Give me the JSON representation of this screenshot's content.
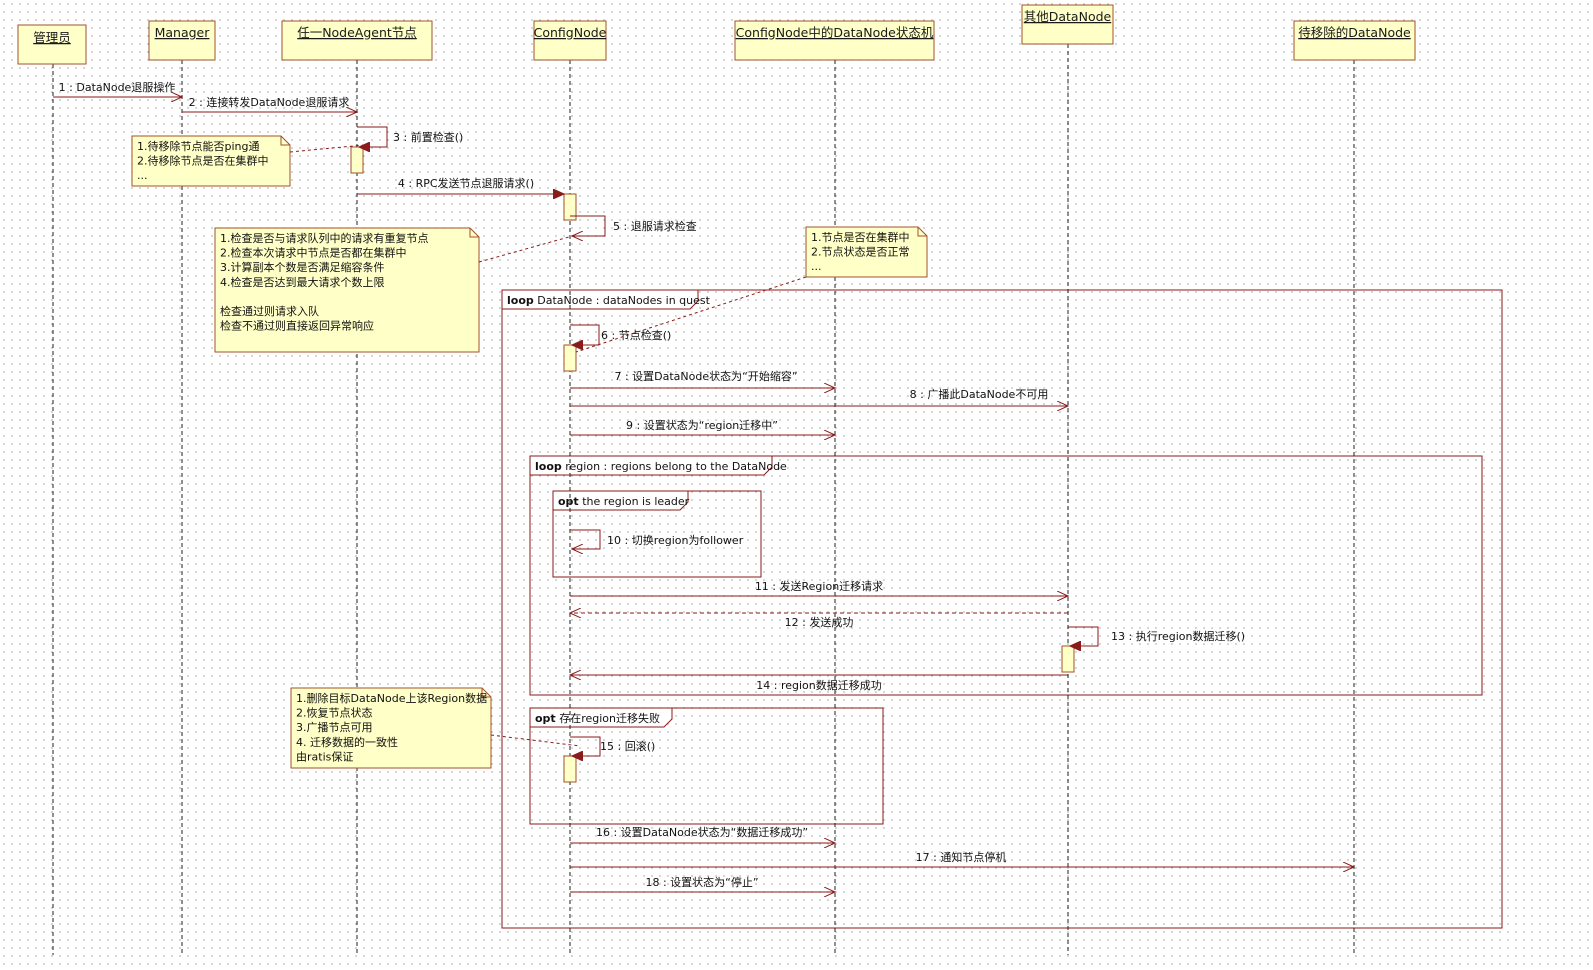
{
  "lifelines": [
    {
      "id": "admin",
      "label": "管理员"
    },
    {
      "id": "manager",
      "label": "Manager"
    },
    {
      "id": "nodeagent",
      "label": "任一NodeAgent节点"
    },
    {
      "id": "confignode",
      "label": "ConfigNode"
    },
    {
      "id": "statemachine",
      "label": "ConfigNode中的DataNode状态机"
    },
    {
      "id": "otherdn",
      "label": "其他DataNode"
    },
    {
      "id": "targetdn",
      "label": "待移除的DataNode"
    }
  ],
  "messages": [
    {
      "label": "1 : DataNode退服操作",
      "from": "admin",
      "to": "manager",
      "kind": "async"
    },
    {
      "label": "2 : 连接转发DataNode退服请求",
      "from": "manager",
      "to": "nodeagent",
      "kind": "async"
    },
    {
      "label": "3 : 前置检查()",
      "from": "nodeagent",
      "to": "nodeagent",
      "kind": "self-sync"
    },
    {
      "label": "4 : RPC发送节点退服请求()",
      "from": "nodeagent",
      "to": "confignode",
      "kind": "sync"
    },
    {
      "label": "5 : 退服请求检查",
      "from": "confignode",
      "to": "confignode",
      "kind": "self-async"
    },
    {
      "label": "6 : 节点检查()",
      "from": "confignode",
      "to": "confignode",
      "kind": "self-sync"
    },
    {
      "label": "7 : 设置DataNode状态为“开始缩容”",
      "from": "confignode",
      "to": "statemachine",
      "kind": "async"
    },
    {
      "label": "8 : 广播此DataNode不可用",
      "from": "confignode",
      "to": "otherdn",
      "kind": "async"
    },
    {
      "label": "9 : 设置状态为“region迁移中”",
      "from": "confignode",
      "to": "statemachine",
      "kind": "async"
    },
    {
      "label": "10 : 切换region为follower",
      "from": "confignode",
      "to": "confignode",
      "kind": "self-async"
    },
    {
      "label": "11 : 发送Region迁移请求",
      "from": "confignode",
      "to": "otherdn",
      "kind": "async"
    },
    {
      "label": "12 : 发送成功",
      "from": "otherdn",
      "to": "confignode",
      "kind": "return"
    },
    {
      "label": "13 : 执行region数据迁移()",
      "from": "otherdn",
      "to": "otherdn",
      "kind": "self-sync"
    },
    {
      "label": "14 : region数据迁移成功",
      "from": "otherdn",
      "to": "confignode",
      "kind": "async"
    },
    {
      "label": "15 : 回滚()",
      "from": "confignode",
      "to": "confignode",
      "kind": "self-sync"
    },
    {
      "label": "16 : 设置DataNode状态为“数据迁移成功”",
      "from": "confignode",
      "to": "statemachine",
      "kind": "async"
    },
    {
      "label": "17 : 通知节点停机",
      "from": "confignode",
      "to": "targetdn",
      "kind": "async"
    },
    {
      "label": "18 : 设置状态为“停止”",
      "from": "confignode",
      "to": "statemachine",
      "kind": "async"
    }
  ],
  "frames": [
    {
      "keyword": "loop",
      "guard": "DataNode : dataNodes in quest"
    },
    {
      "keyword": "loop",
      "guard": "region : regions belong to  the DataNode"
    },
    {
      "keyword": "opt",
      "guard": "the region is leader"
    },
    {
      "keyword": "opt",
      "guard": "存在region迁移失败"
    }
  ],
  "notes": [
    {
      "lines": [
        "1.待移除节点能否ping通",
        "2.待移除节点是否在集群中",
        "..."
      ]
    },
    {
      "lines": [
        "1.检查是否与请求队列中的请求有重复节点",
        "2.检查本次请求中节点是否都在集群中",
        "3.计算副本个数是否满足缩容条件",
        "4.检查是否达到最大请求个数上限",
        "",
        "检查通过则请求入队",
        "检查不通过则直接返回异常响应"
      ]
    },
    {
      "lines": [
        "1.节点是否在集群中",
        "2.节点状态是否正常",
        "..."
      ]
    },
    {
      "lines": [
        "1.删除目标DataNode上该Region数据",
        "2.恢复节点状态",
        "3.广播节点可用",
        "4. 迁移数据的一致性",
        "由ratis保证"
      ]
    }
  ],
  "colors": {
    "box_fill": "#ffffc8",
    "box_stroke": "#a0522d",
    "message": "#8b1a1a",
    "lifeline": "#222222"
  }
}
